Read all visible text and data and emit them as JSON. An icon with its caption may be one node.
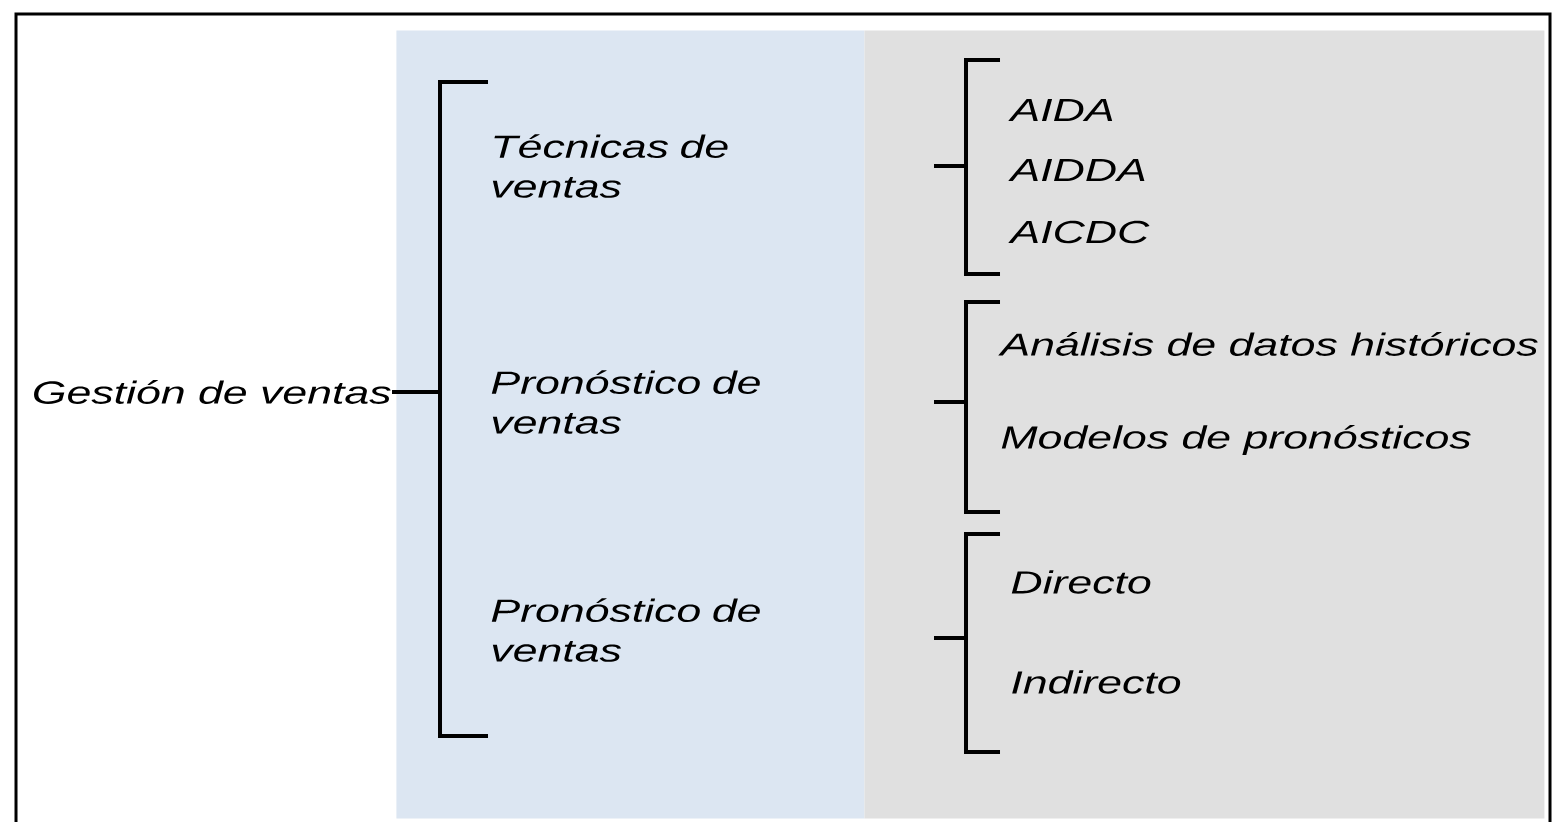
{
  "diagram": {
    "nodes": [
      {
        "text": [
          "Gestión de ventas"
        ]
      },
      {
        "text": [],
        "shape": "box"
      },
      {
        "text": [
          "Técnicas de ventas"
        ],
        "in": 1
      },
      {
        "text": [
          "Pronóstico de ventas"
        ],
        "in": 1
      },
      {
        "text": [
          "Pronóstico de ventas"
        ],
        "in": 1
      },
      {
        "text": [],
        "shape": "box"
      },
      {
        "text": [
          "AIDA"
        ],
        "in": 5
      },
      {
        "text": [
          "AIDDA"
        ],
        "in": 5
      },
      {
        "text": [
          "AICDC"
        ],
        "in": 5
      },
      {
        "text": [
          "Análisis de datos históricos"
        ],
        "in": 5
      },
      {
        "text": [
          "Modelos de pronósticos"
        ],
        "in": 5
      },
      {
        "text": [
          "Directo"
        ],
        "in": 5
      },
      {
        "text": [
          "Indirecto"
        ],
        "in": 5
      }
    ]
  }
}
